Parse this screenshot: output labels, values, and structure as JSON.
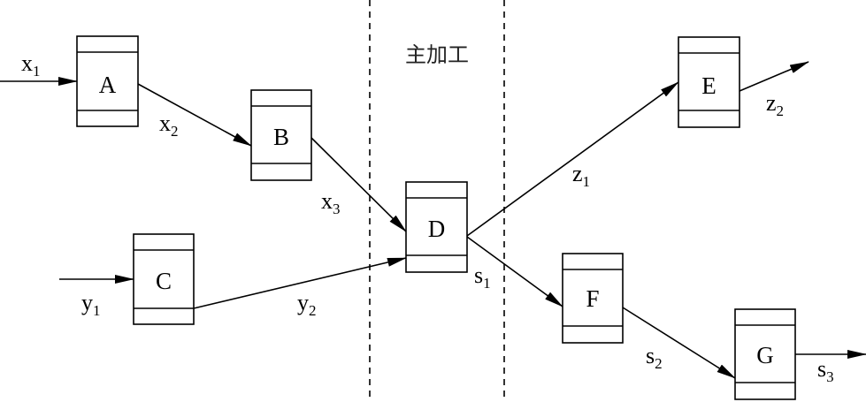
{
  "title": "主加工",
  "nodes": [
    {
      "id": "A",
      "label": "A"
    },
    {
      "id": "B",
      "label": "B"
    },
    {
      "id": "C",
      "label": "C"
    },
    {
      "id": "D",
      "label": "D"
    },
    {
      "id": "E",
      "label": "E"
    },
    {
      "id": "F",
      "label": "F"
    },
    {
      "id": "G",
      "label": "G"
    }
  ],
  "flows": [
    {
      "id": "x1",
      "base": "x",
      "sub": "1",
      "from": null,
      "to": "A"
    },
    {
      "id": "x2",
      "base": "x",
      "sub": "2",
      "from": "A",
      "to": "B"
    },
    {
      "id": "x3",
      "base": "x",
      "sub": "3",
      "from": "B",
      "to": "D"
    },
    {
      "id": "y1",
      "base": "y",
      "sub": "1",
      "from": null,
      "to": "C"
    },
    {
      "id": "y2",
      "base": "y",
      "sub": "2",
      "from": "C",
      "to": "D"
    },
    {
      "id": "z1",
      "base": "z",
      "sub": "1",
      "from": "D",
      "to": "E"
    },
    {
      "id": "z2",
      "base": "z",
      "sub": "2",
      "from": "E",
      "to": null
    },
    {
      "id": "s1",
      "base": "s",
      "sub": "1",
      "from": "D",
      "to": "F"
    },
    {
      "id": "s2",
      "base": "s",
      "sub": "2",
      "from": "F",
      "to": "G"
    },
    {
      "id": "s3",
      "base": "s",
      "sub": "3",
      "from": "G",
      "to": null
    }
  ]
}
